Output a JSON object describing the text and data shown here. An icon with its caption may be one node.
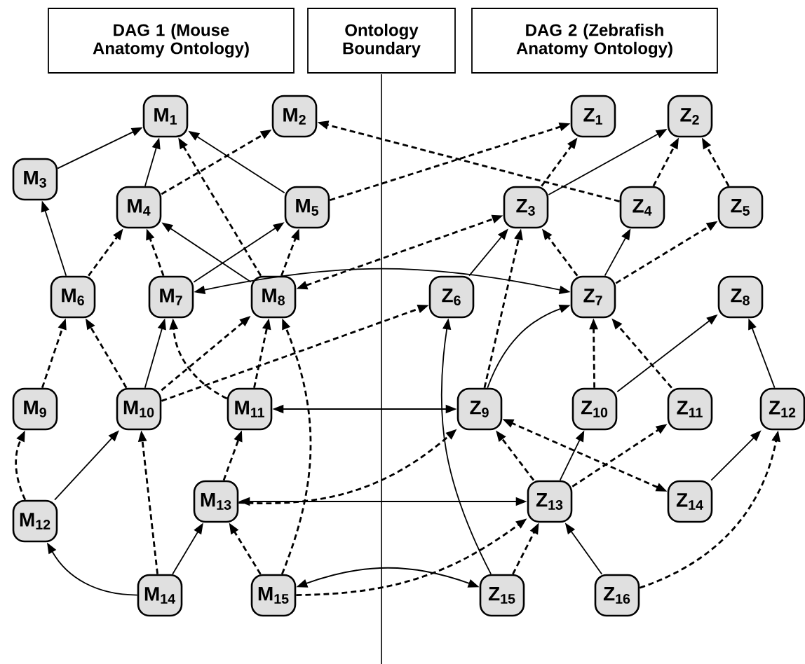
{
  "diagram": {
    "nodes": [
      {
        "text": [
          "DAG 1 (Mouse Anatomy Ontology)"
        ]
      },
      {
        "text": [
          "Ontology Boundary"
        ]
      },
      {
        "text": [
          "DAG 2 (Zebrafish Anatomy Ontology)"
        ]
      },
      {
        "text": [
          "M$_{1}$"
        ]
      },
      {
        "text": [
          "M$_{2}$"
        ]
      },
      {
        "text": [
          "M$_{3}$"
        ]
      },
      {
        "text": [
          "M$_{4}$"
        ]
      },
      {
        "text": [
          "M$_{5}$"
        ]
      },
      {
        "text": [
          "M$_{6}$"
        ]
      },
      {
        "text": [
          "M$_{7}$"
        ]
      },
      {
        "text": [
          "M$_{8}$"
        ]
      },
      {
        "text": [
          "M$_{9}$"
        ]
      },
      {
        "text": [
          "M$_{10}$"
        ]
      },
      {
        "text": [
          "M$_{11}$"
        ]
      },
      {
        "text": [
          "M$_{12}$"
        ]
      },
      {
        "text": [
          "M$_{13}$"
        ]
      },
      {
        "text": [
          "M$_{14}$"
        ]
      },
      {
        "text": [
          "M$_{15}$"
        ]
      },
      {
        "text": [
          "Z$_{1}$"
        ]
      },
      {
        "text": [
          "Z$_{2}$"
        ]
      },
      {
        "text": [
          "Z$_{3}$"
        ]
      },
      {
        "text": [
          "Z$_{4}$"
        ]
      },
      {
        "text": [
          "Z$_{5}$"
        ]
      },
      {
        "text": [
          "Z$_{6}$"
        ]
      },
      {
        "text": [
          "Z$_{7}$"
        ]
      },
      {
        "text": [
          "Z$_{8}$"
        ]
      },
      {
        "text": [
          "Z$_{9}$"
        ]
      },
      {
        "text": [
          "Z$_{10}$"
        ]
      },
      {
        "text": [
          "Z$_{11}$"
        ]
      },
      {
        "text": [
          "Z$_{12}$"
        ]
      },
      {
        "text": [
          "Z$_{13}$"
        ]
      },
      {
        "text": [
          "Z$_{14}$"
        ]
      },
      {
        "text": [
          "Z$_{15}$"
        ]
      },
      {
        "text": [
          "Z$_{16}$"
        ]
      }
    ],
    "edges": [
      {
        "from": 5,
        "to": 3,
        "arrow": "to"
      },
      {
        "from": 6,
        "to": 3,
        "arrow": "to"
      },
      {
        "from": 7,
        "to": 3,
        "arrow": "to"
      },
      {
        "from": 10,
        "to": 3,
        "arrow": "to",
        "style": "dashed"
      },
      {
        "from": 6,
        "to": 4,
        "arrow": "to",
        "style": "dashed"
      },
      {
        "from": 21,
        "to": 4,
        "arrow": "to",
        "style": "dashed"
      },
      {
        "from": 8,
        "to": 5,
        "arrow": "to"
      },
      {
        "from": 8,
        "to": 6,
        "arrow": "to",
        "style": "dashed"
      },
      {
        "from": 9,
        "to": 6,
        "arrow": "to",
        "style": "dashed"
      },
      {
        "from": 10,
        "to": 6,
        "arrow": "to"
      },
      {
        "from": 9,
        "to": 7,
        "arrow": "to"
      },
      {
        "from": 10,
        "to": 7,
        "arrow": "to",
        "style": "dashed"
      },
      {
        "from": 7,
        "to": 18,
        "arrow": "to",
        "style": "dashed"
      },
      {
        "from": 9,
        "to": 24,
        "arrow": "both"
      },
      {
        "from": 10,
        "to": 20,
        "arrow": "both",
        "style": "dashed"
      },
      {
        "from": 11,
        "to": 8,
        "arrow": "to",
        "style": "dashed"
      },
      {
        "from": 12,
        "to": 8,
        "arrow": "to",
        "style": "dashed"
      },
      {
        "from": 12,
        "to": 9,
        "arrow": "to"
      },
      {
        "from": 12,
        "to": 10,
        "arrow": "to",
        "style": "dashed"
      },
      {
        "from": 12,
        "to": 23,
        "arrow": "to",
        "style": "dashed"
      },
      {
        "from": 13,
        "to": 9,
        "arrow": "to",
        "style": "dashed"
      },
      {
        "from": 13,
        "to": 10,
        "arrow": "to",
        "style": "dashed"
      },
      {
        "from": 17,
        "to": 10,
        "arrow": "to",
        "style": "dashed"
      },
      {
        "from": 14,
        "to": 11,
        "arrow": "to",
        "style": "dashed"
      },
      {
        "from": 14,
        "to": 12,
        "arrow": "to"
      },
      {
        "from": 16,
        "to": 12,
        "arrow": "to",
        "style": "dashed"
      },
      {
        "from": 16,
        "to": 14,
        "arrow": "to"
      },
      {
        "from": 16,
        "to": 15,
        "arrow": "to"
      },
      {
        "from": 15,
        "to": 13,
        "arrow": "to",
        "style": "dashed"
      },
      {
        "from": 17,
        "to": 15,
        "arrow": "to",
        "style": "dashed"
      },
      {
        "from": 13,
        "to": 26,
        "arrow": "both"
      },
      {
        "from": 15,
        "to": 26,
        "arrow": "to",
        "style": "dashed"
      },
      {
        "from": 15,
        "to": 30,
        "arrow": "both"
      },
      {
        "from": 17,
        "to": 32,
        "arrow": "both"
      },
      {
        "from": 17,
        "to": 30,
        "arrow": "to",
        "style": "dashed"
      },
      {
        "from": 20,
        "to": 18,
        "arrow": "to",
        "style": "dashed"
      },
      {
        "from": 20,
        "to": 19,
        "arrow": "to"
      },
      {
        "from": 21,
        "to": 19,
        "arrow": "to",
        "style": "dashed"
      },
      {
        "from": 22,
        "to": 19,
        "arrow": "to",
        "style": "dashed"
      },
      {
        "from": 23,
        "to": 20,
        "arrow": "to"
      },
      {
        "from": 24,
        "to": 20,
        "arrow": "to",
        "style": "dashed"
      },
      {
        "from": 24,
        "to": 21,
        "arrow": "to"
      },
      {
        "from": 24,
        "to": 22,
        "arrow": "to",
        "style": "dashed"
      },
      {
        "from": 26,
        "to": 20,
        "arrow": "to",
        "style": "dashed"
      },
      {
        "from": 32,
        "to": 23,
        "arrow": "to"
      },
      {
        "from": 26,
        "to": 24,
        "arrow": "to"
      },
      {
        "from": 27,
        "to": 24,
        "arrow": "to",
        "style": "dashed"
      },
      {
        "from": 27,
        "to": 25,
        "arrow": "to"
      },
      {
        "from": 28,
        "to": 24,
        "arrow": "to",
        "style": "dashed"
      },
      {
        "from": 29,
        "to": 25,
        "arrow": "to"
      },
      {
        "from": 30,
        "to": 26,
        "arrow": "to",
        "style": "dashed"
      },
      {
        "from": 30,
        "to": 27,
        "arrow": "to"
      },
      {
        "from": 30,
        "to": 28,
        "arrow": "to",
        "style": "dashed"
      },
      {
        "from": 31,
        "to": 26,
        "arrow": "both",
        "style": "dashed"
      },
      {
        "from": 31,
        "to": 29,
        "arrow": "to"
      },
      {
        "from": 33,
        "to": 29,
        "arrow": "to",
        "style": "dashed"
      },
      {
        "from": 33,
        "to": 30,
        "arrow": "to"
      },
      {
        "from": 32,
        "to": 30,
        "arrow": "to",
        "style": "dashed"
      }
    ]
  }
}
